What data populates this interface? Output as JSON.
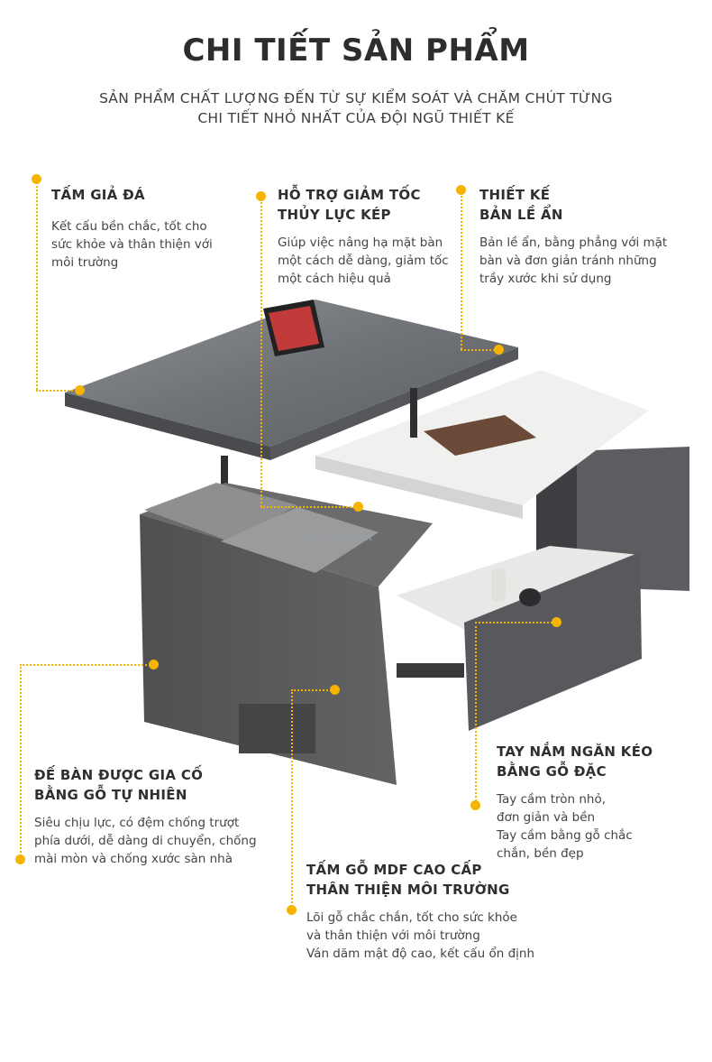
{
  "title": "CHI TIẾT SẢN PHẨM",
  "subtitle": [
    "SẢN PHẨM CHẤT LƯỢNG ĐẾN TỪ SỰ KIỂM SOÁT VÀ CHĂM CHÚT TỪNG",
    "CHI TIẾT NHỎ NHẤT CỦA ĐỘI NGŨ THIẾT KẾ"
  ],
  "watermark": "NỘI THẤT VŨ GIA",
  "features": {
    "stone": {
      "title": [
        "TẤM GIẢ ĐÁ"
      ],
      "desc": [
        "Kết cấu bền chắc, tốt cho",
        "sức khỏe và thân thiện với",
        "môi trường"
      ]
    },
    "hydraulic": {
      "title": [
        "HỖ TRỢ GIẢM TỐC",
        "THỦY LỰC KÉP"
      ],
      "desc": [
        "Giúp việc nâng hạ mặt bàn",
        "một cách dễ dàng, giảm tốc",
        "một cách hiệu quả"
      ]
    },
    "hinge": {
      "title": [
        "THIẾT KẾ",
        "BẢN LỀ ẨN"
      ],
      "desc": [
        "Bản lề ẩn, bằng phẳng với mặt",
        "bàn và đơn giản tránh những",
        "trầy xước khi sử dụng"
      ]
    },
    "base": {
      "title": [
        "ĐẾ BÀN ĐƯỢC GIA CỐ",
        "BẰNG GỖ TỰ NHIÊN"
      ],
      "desc": [
        "Siêu chịu lực, có đệm chống trượt",
        "phía dưới, dễ dàng di chuyển, chống",
        "mài mòn và chống xước sàn nhà"
      ]
    },
    "handle": {
      "title": [
        "TAY NẮM NGĂN KÉO",
        "BẰNG GỖ ĐẶC"
      ],
      "desc": [
        "Tay cầm tròn nhỏ,",
        "đơn giản và bền",
        "Tay cầm bằng gỗ chắc",
        "chắn, bền đẹp"
      ]
    },
    "mdf": {
      "title": [
        "TẤM GỖ MDF CAO CẤP",
        "THÂN THIỆN MÔI TRƯỜNG"
      ],
      "desc": [
        "Lõi gỗ chắc chắn, tốt cho sức khỏe",
        "và thân thiện với môi trường",
        "Ván dăm mật độ cao, kết cấu ổn định"
      ]
    }
  },
  "colors": {
    "accent": "#f4b400",
    "cabinet": "#5a5a5c",
    "top": "#7b7e83",
    "white": "#f2f2f0"
  }
}
